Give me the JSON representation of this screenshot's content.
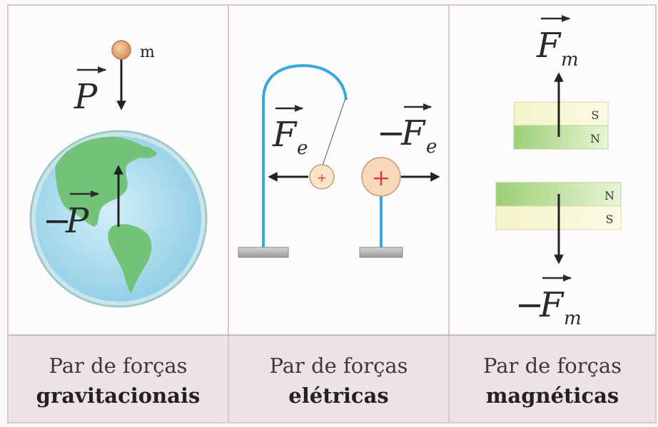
{
  "panels": [
    {
      "caption_line1": "Par de forças",
      "caption_line2": "gravitacionais",
      "mass_label": "m",
      "force_top": "P",
      "force_bottom": "P",
      "force_bottom_sign": "−"
    },
    {
      "caption_line1": "Par de forças",
      "caption_line2": "elétricas",
      "force_left": "F",
      "force_left_sub": "e",
      "force_right_sign": "−",
      "force_right": "F",
      "force_right_sub": "e",
      "charge_small": "+",
      "charge_large": "+"
    },
    {
      "caption_line1": "Par de forças",
      "caption_line2": "magnéticas",
      "force_top": "F",
      "force_top_sub": "m",
      "force_bottom_sign": "−",
      "force_bottom": "F",
      "force_bottom_sub": "m",
      "magnet_top_upper": "S",
      "magnet_top_lower": "N",
      "magnet_bottom_upper": "N",
      "magnet_bottom_lower": "S"
    }
  ],
  "colors": {
    "border": "#d8c8d2",
    "caption_bg": "#ece2e8",
    "earth_ocean": "#a9d9ee",
    "earth_land": "#6cbf72",
    "wire": "#35a9d9",
    "magnet_green": "#8cc665",
    "magnet_yellow": "#f1f0bf",
    "charge_fill": "#f7dcc0",
    "charge_plus": "#e03a3a"
  }
}
